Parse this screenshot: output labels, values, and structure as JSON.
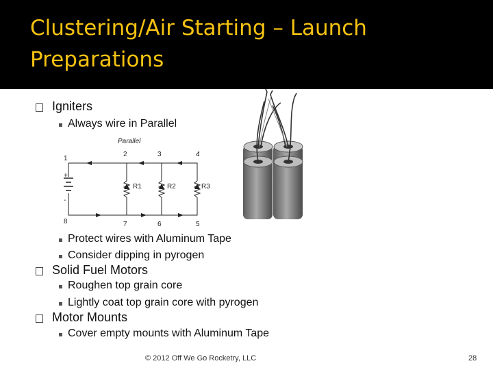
{
  "slide": {
    "title": "Clustering/Air Starting – Launch Preparations",
    "bullets": [
      {
        "text": "Igniters",
        "sub": [
          "Always wire in Parallel",
          "Protect wires with Aluminum Tape",
          "Consider dipping in pyrogen"
        ]
      },
      {
        "text": "Solid Fuel Motors",
        "sub": [
          "Roughen top grain core",
          "Lightly coat top grain core with pyrogen"
        ]
      },
      {
        "text": "Motor Mounts",
        "sub": [
          "Cover empty mounts with Aluminum Tape"
        ]
      }
    ],
    "footer": "© 2012 Off We Go Rocketry, LLC",
    "page_number": "28"
  },
  "diagram": {
    "title": "Parallel",
    "node_labels": [
      "1",
      "2",
      "3",
      "4",
      "5",
      "6",
      "7",
      "8"
    ],
    "resistor_labels": [
      "R1",
      "R2",
      "R3"
    ],
    "plus": "+",
    "minus": "-"
  },
  "colors": {
    "title": "#f5c211",
    "background_header": "#000000",
    "background_body": "#ffffff"
  }
}
